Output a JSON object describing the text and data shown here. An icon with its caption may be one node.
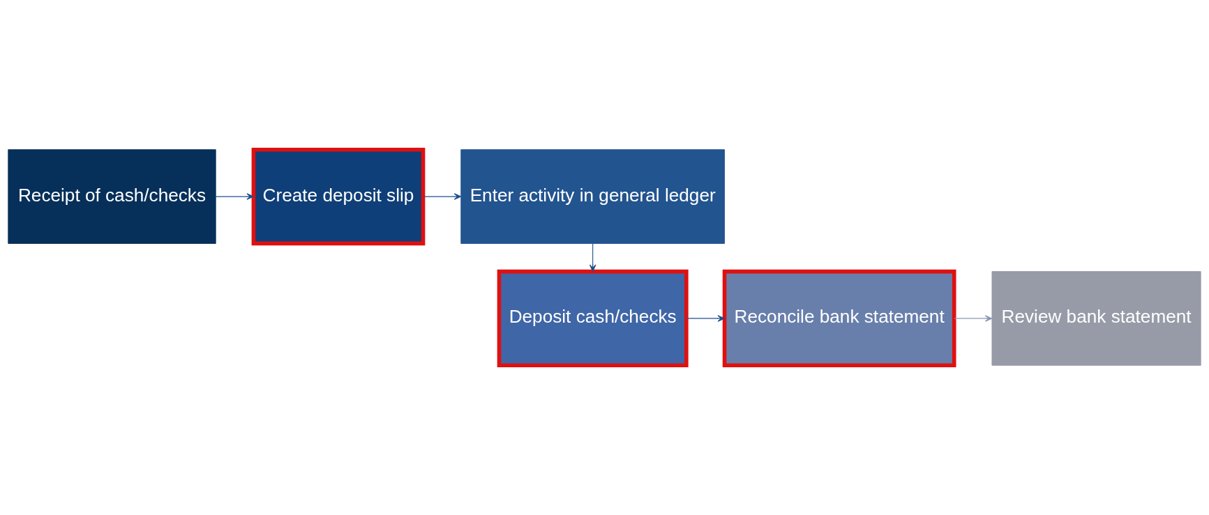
{
  "diagram": {
    "nodes": [
      {
        "text": [
          "Receipt of cash/checks"
        ]
      },
      {
        "text": [
          "Create deposit slip"
        ]
      },
      {
        "text": [
          "Enter activity in general ledger"
        ]
      },
      {
        "text": [
          "Deposit cash/checks"
        ]
      },
      {
        "text": [
          "Reconcile bank statement"
        ]
      },
      {
        "text": [
          "Review bank statement"
        ]
      }
    ],
    "edges": [
      {
        "from": 0,
        "to": 1,
        "arrow": "to"
      },
      {
        "from": 1,
        "to": 2,
        "arrow": "to"
      },
      {
        "from": 2,
        "to": 3,
        "arrow": "to"
      },
      {
        "from": 3,
        "to": 4,
        "arrow": "to"
      },
      {
        "from": 4,
        "to": 5,
        "arrow": "to",
        "color": "#8a96b0"
      }
    ]
  }
}
